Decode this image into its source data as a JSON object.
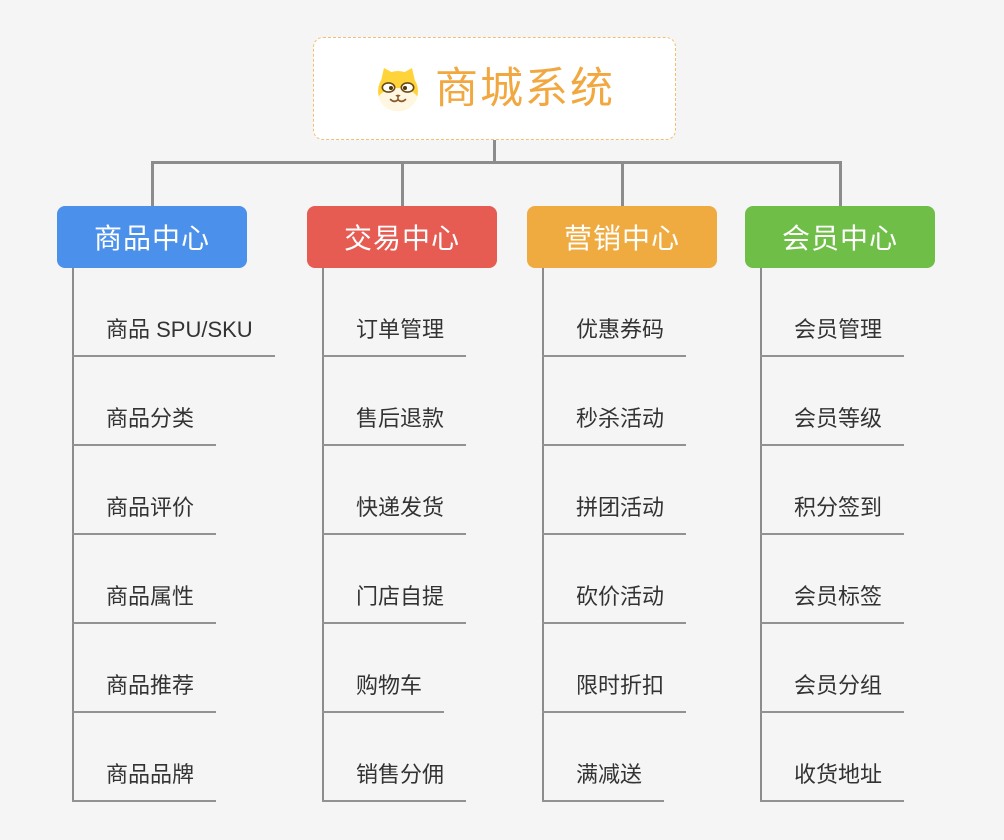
{
  "root": {
    "title": "商城系统",
    "icon": "doge-icon"
  },
  "branches": [
    {
      "id": "product-center",
      "label": "商品中心",
      "color": "#4B90EA",
      "children": [
        "商品 SPU/SKU",
        "商品分类",
        "商品评价",
        "商品属性",
        "商品推荐",
        "商品品牌"
      ]
    },
    {
      "id": "trade-center",
      "label": "交易中心",
      "color": "#E65B52",
      "children": [
        "订单管理",
        "售后退款",
        "快递发货",
        "门店自提",
        "购物车",
        "销售分佣"
      ]
    },
    {
      "id": "marketing-center",
      "label": "营销中心",
      "color": "#EFAB40",
      "children": [
        "优惠券码",
        "秒杀活动",
        "拼团活动",
        "砍价活动",
        "限时折扣",
        "满减送"
      ]
    },
    {
      "id": "member-center",
      "label": "会员中心",
      "color": "#6FBE48",
      "children": [
        "会员管理",
        "会员等级",
        "积分签到",
        "会员标签",
        "会员分组",
        "收货地址"
      ]
    }
  ],
  "colors": {
    "background": "#F5F5F5",
    "connector": "#8C8C8C",
    "underline": "#929292",
    "root_accent": "#F2A841",
    "child_text": "#333333"
  }
}
